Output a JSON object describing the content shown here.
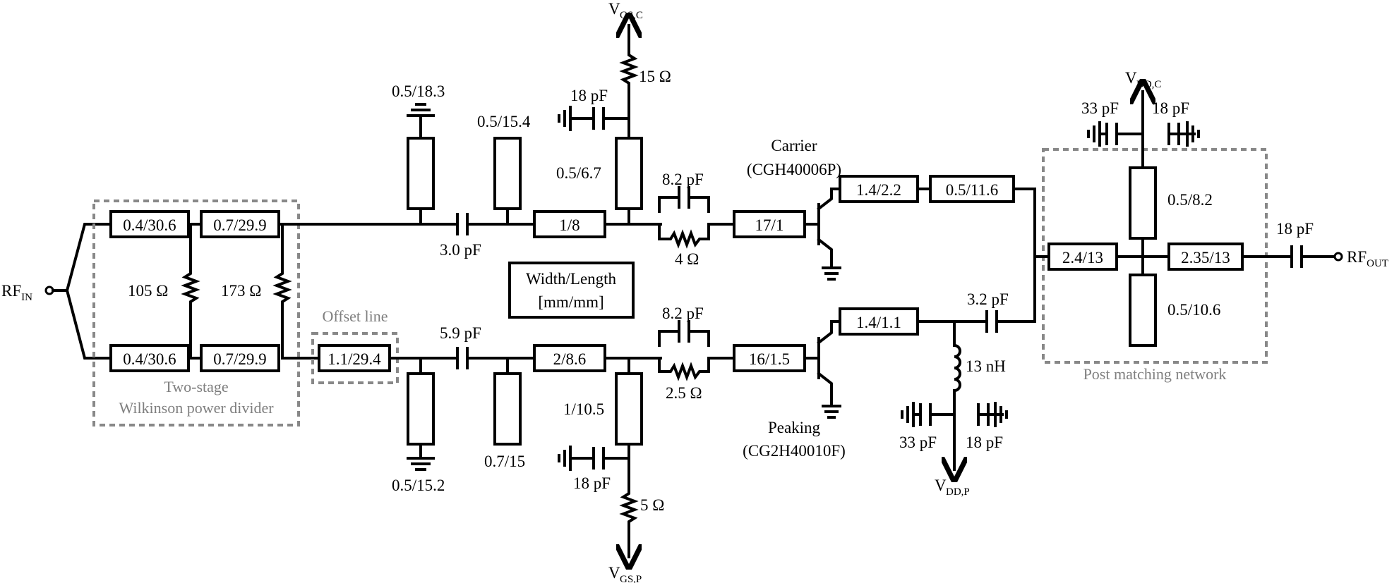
{
  "ports": {
    "rf_in": "RF",
    "rf_in_sub": "IN",
    "rf_out": "RF",
    "rf_out_sub": "OUT",
    "vgs_c": "V",
    "vgs_c_sub": "GS,C",
    "vgs_p": "V",
    "vgs_p_sub": "GS,P",
    "vdd_c": "V",
    "vdd_c_sub": "DD,C",
    "vdd_p": "V",
    "vdd_p_sub": "DD,P"
  },
  "wilkinson": {
    "tl_top_1": "0.4/30.6",
    "tl_top_2": "0.7/29.9",
    "tl_bot_1": "0.4/30.6",
    "tl_bot_2": "0.7/29.9",
    "r1": "105 Ω",
    "r2": "173 Ω",
    "label_1": "Two-stage",
    "label_2": "Wilkinson power divider"
  },
  "offset_line": {
    "label": "Offset line",
    "tl": "1.1/29.4"
  },
  "carrier_path": {
    "stub_gnd": "0.5/18.3",
    "cap_series": "3.0 pF",
    "stub_open": "0.5/15.4",
    "tl_series": "1/8",
    "bias_stub": "0.5/6.7",
    "bias_cap": "18 pF",
    "bias_res": "15 Ω",
    "rc_cap": "8.2 pF",
    "rc_res": "4 Ω",
    "tl_gate": "17/1",
    "device_name": "Carrier",
    "device_part": "(CGH40006P)",
    "tl_out_1": "1.4/2.2",
    "tl_out_2": "0.5/11.6"
  },
  "peaking_path": {
    "stub_gnd": "0.5/15.2",
    "cap_series": "5.9 pF",
    "stub_open": "0.7/15",
    "tl_series": "2/8.6",
    "bias_stub": "1/10.5",
    "bias_cap": "18 pF",
    "bias_res": "5 Ω",
    "rc_cap": "8.2 pF",
    "rc_res": "2.5 Ω",
    "tl_gate": "16/1.5",
    "device_name": "Peaking",
    "device_part": "(CG2H40010F)",
    "tl_out": "1.4/1.1",
    "cap_out": "3.2 pF",
    "inductor": "13 nH",
    "cap_a": "33 pF",
    "cap_b": "18 pF"
  },
  "legend": {
    "line1": "Width/Length",
    "line2": "[mm/mm]"
  },
  "post_matching": {
    "label": "Post matching network",
    "cap_a": "33 pF",
    "cap_b": "18 pF",
    "stub_top": "0.5/8.2",
    "tl_in": "2.4/13",
    "tl_out": "2.35/13",
    "stub_bot": "0.5/10.6",
    "cap_out": "18 pF"
  }
}
